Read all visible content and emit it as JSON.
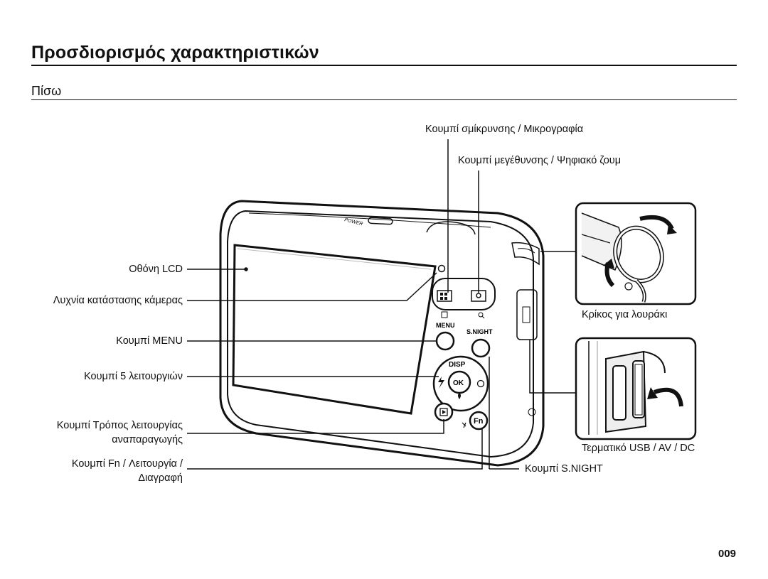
{
  "header": {
    "title": "Προσδιορισμός χαρακτηριστικών",
    "subtitle": "Πίσω"
  },
  "labels": {
    "zoom_out": "Κουμπί σμίκρυνσης / Μικρογραφία",
    "zoom_in": "Κουμπί μεγέθυνσης / Ψηφιακό ζουμ",
    "lcd": "Οθόνη LCD",
    "status_lamp": "Λυχνία κατάστασης κάμερας",
    "menu_button": "Κουμπί MENU",
    "five_function": "Κουμπί 5 λειτουργιών",
    "playback_line1": "Κουμπί Τρόπος λειτουργίας",
    "playback_line2": "αναπαραγωγής",
    "fn_line1": "Κουμπί Fn / Λειτουργία /",
    "fn_line2": "Διαγραφή",
    "strap_eyelet": "Κρίκος για λουράκι",
    "usb_terminal": "Τερματικό USB / AV / DC",
    "snight_button": "Κουμπί S.NIGHT"
  },
  "camera_markings": {
    "power": "POWER",
    "menu": "MENU",
    "snight": "S.NIGHT",
    "disp": "DISP",
    "ok": "OK",
    "fn": "Fn"
  },
  "footer": {
    "page_number": "009"
  }
}
